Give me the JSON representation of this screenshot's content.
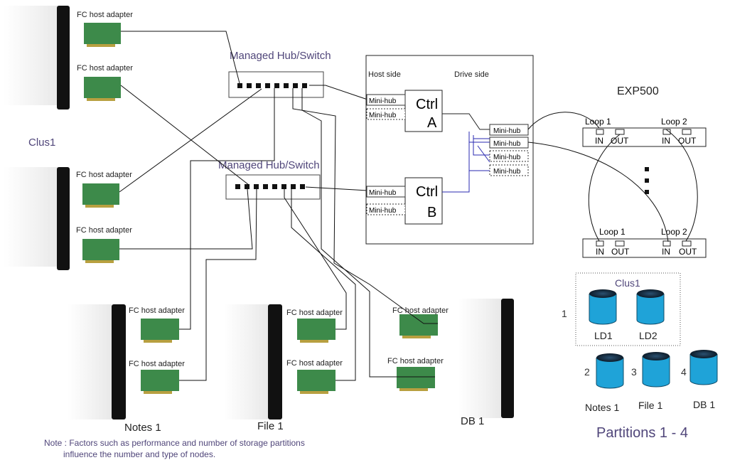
{
  "servers": {
    "clus1_label": "Clus1",
    "notes_label": "Notes 1",
    "file_label": "File 1",
    "db_label": "DB 1"
  },
  "adapter_label": "FC host adapter",
  "hubs": {
    "top_label": "Managed Hub/Switch",
    "bottom_label": "Managed Hub/Switch"
  },
  "controller_box": {
    "host_side": "Host side",
    "drive_side": "Drive side",
    "ctrl_a": [
      "Ctrl",
      "A"
    ],
    "ctrl_b": [
      "Ctrl",
      "B"
    ],
    "minihub_label": "Mini-hub"
  },
  "exp500": {
    "title": "EXP500",
    "loop1": "Loop 1",
    "loop2": "Loop 2",
    "in": "IN",
    "out": "OUT"
  },
  "partitions": {
    "group_title": "Clus1",
    "group_number": "1",
    "ld1": "LD1",
    "ld2": "LD2",
    "n2": "2",
    "n3": "3",
    "n4": "4",
    "notes": "Notes 1",
    "file": "File 1",
    "db": "DB 1",
    "caption": "Partitions 1 - 4"
  },
  "note": {
    "line1": "Note : Factors such as performance and number of storage partitions",
    "line2": "influence the number and type of nodes."
  },
  "colors": {
    "accent_purple": "#50467a",
    "card_green": "#3d8a4a",
    "disk_blue": "#1fa3d8",
    "blue_link": "#2a2ab0"
  }
}
